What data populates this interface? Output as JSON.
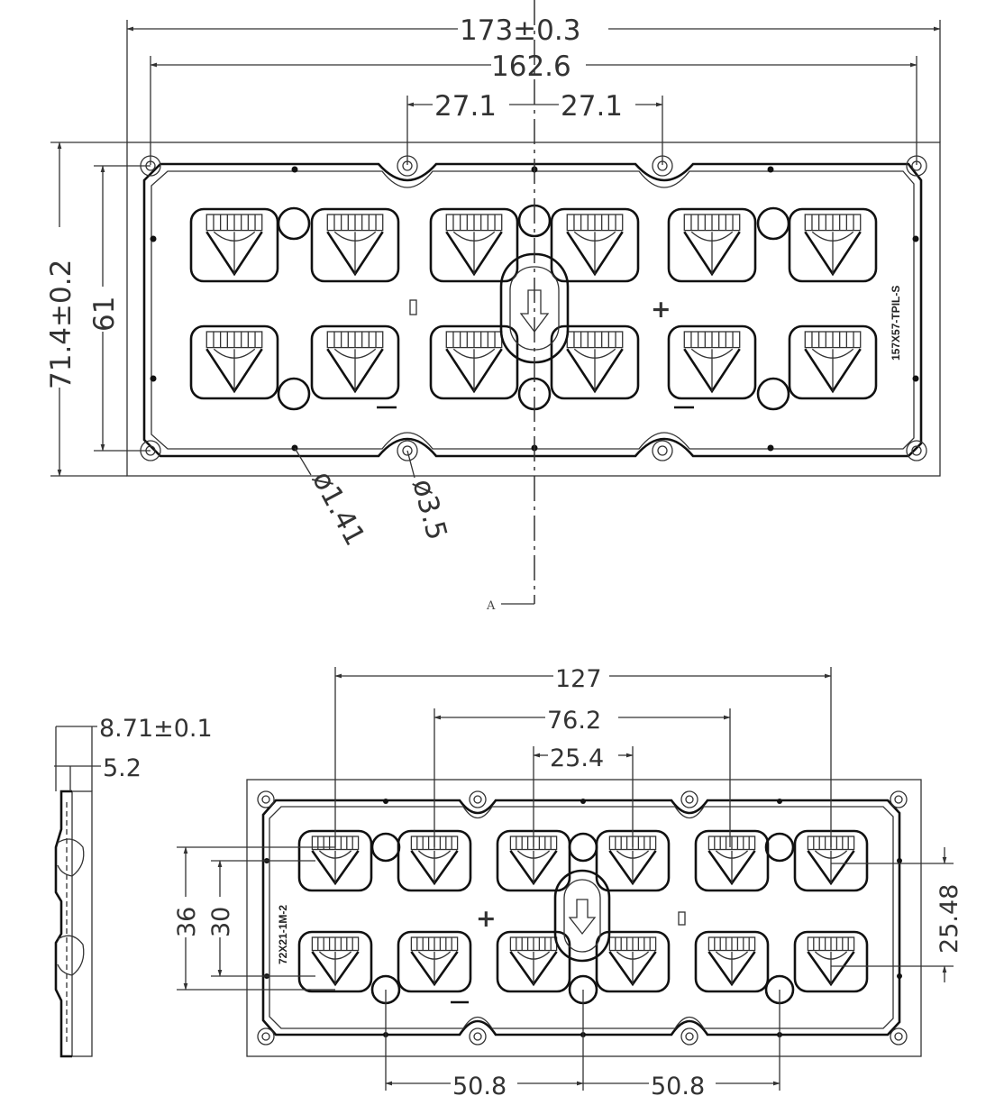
{
  "top_view": {
    "dims": {
      "overall_width": "173±0.3",
      "hole_span": "162.6",
      "half_left": "27.1",
      "half_right": "27.1",
      "overall_height": "71.4±0.2",
      "hole_height": "61",
      "small_hole_dia": "ø1.41",
      "large_hole_dia": "ø3.5"
    },
    "part_number": "157X57-TPIL-S",
    "section_mark": "A",
    "polarity_minus": "-",
    "polarity_plus": "+"
  },
  "side_view": {
    "dims": {
      "total_height": "8.71±0.1",
      "lens_height": "5.2"
    }
  },
  "bottom_view": {
    "dims": {
      "outer_span": "127",
      "mid_span": "76.2",
      "inner_span": "25.4",
      "row_spacing_outer": "36",
      "row_spacing_inner": "30",
      "lens_row_pitch": "25.48",
      "bottom_left": "50.8",
      "bottom_right": "50.8"
    },
    "part_number": "72X21-1M-2"
  }
}
